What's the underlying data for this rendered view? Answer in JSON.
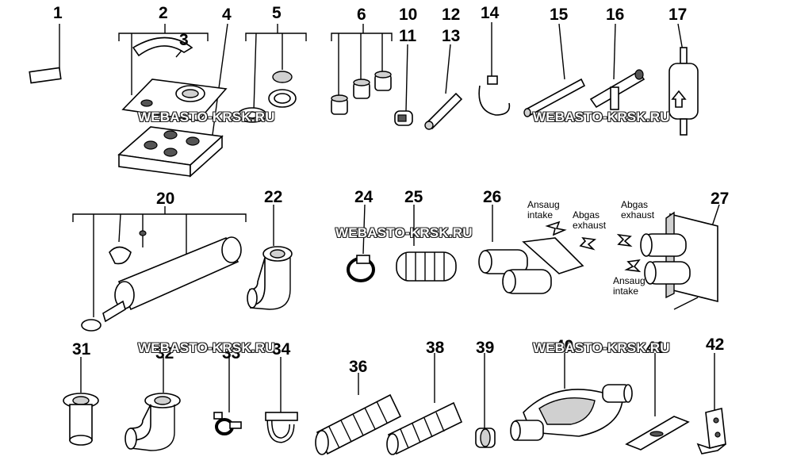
{
  "parts": [
    {
      "id": "1",
      "label": "1"
    },
    {
      "id": "2",
      "label": "2"
    },
    {
      "id": "3",
      "label": "3"
    },
    {
      "id": "4",
      "label": "4"
    },
    {
      "id": "5",
      "label": "5"
    },
    {
      "id": "6",
      "label": "6"
    },
    {
      "id": "10",
      "label": "10"
    },
    {
      "id": "11",
      "label": "11"
    },
    {
      "id": "12",
      "label": "12"
    },
    {
      "id": "13",
      "label": "13"
    },
    {
      "id": "14",
      "label": "14"
    },
    {
      "id": "15",
      "label": "15"
    },
    {
      "id": "16",
      "label": "16"
    },
    {
      "id": "17",
      "label": "17"
    },
    {
      "id": "20",
      "label": "20"
    },
    {
      "id": "22",
      "label": "22"
    },
    {
      "id": "24",
      "label": "24"
    },
    {
      "id": "25",
      "label": "25"
    },
    {
      "id": "26",
      "label": "26"
    },
    {
      "id": "27",
      "label": "27"
    },
    {
      "id": "31",
      "label": "31"
    },
    {
      "id": "32",
      "label": "32"
    },
    {
      "id": "33",
      "label": "33"
    },
    {
      "id": "34",
      "label": "34"
    },
    {
      "id": "36",
      "label": "36"
    },
    {
      "id": "38",
      "label": "38"
    },
    {
      "id": "39",
      "label": "39"
    },
    {
      "id": "40",
      "label": "40"
    },
    {
      "id": "41",
      "label": "41"
    },
    {
      "id": "42",
      "label": "42"
    }
  ],
  "watermark": "WEBASTO-KRSK.RU",
  "annotations": {
    "ansaug_26": "Ansaug",
    "intake_26": "intake",
    "abgas_26": "Abgas",
    "exhaust_26": "exhaust",
    "abgas_27": "Abgas",
    "exhaust_27": "exhaust",
    "ansaug_27": "Ansaug",
    "intake_27": "intake"
  }
}
